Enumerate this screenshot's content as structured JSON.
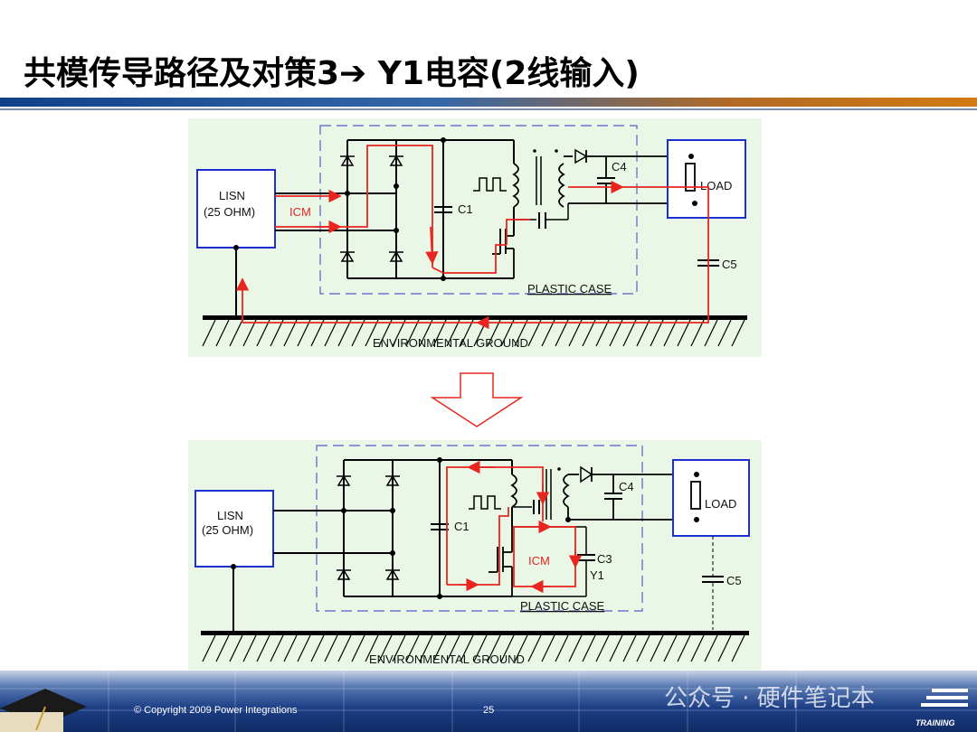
{
  "title": "共模传导路径及对策3➔ Y1电容(2线输入)",
  "colors": {
    "wire": "#000000",
    "icm_path": "#e8261f",
    "box": "#1b2fd0",
    "case": "#5560c8",
    "panel": "#eaf7e6"
  },
  "top_diagram": {
    "lisn_line1": "LISN",
    "lisn_line2": "(25 OHM)",
    "icm_label": "ICM",
    "c1_label": "C1",
    "c4_label": "C4",
    "c5_label": "C5",
    "load_label": "LOAD",
    "case_label": "PLASTIC CASE",
    "ground_label": "ENVIRONMENTAL GROUND"
  },
  "arrow_icon": "down-arrow-icon",
  "bottom_diagram": {
    "lisn_line1": "LISN",
    "lisn_line2": "(25 OHM)",
    "icm_label": "ICM",
    "c1_label": "C1",
    "c3_label": "C3",
    "y1_label": "Y1",
    "c4_label": "C4",
    "c5_label": "C5",
    "load_label": "LOAD",
    "case_label": "PLASTIC CASE",
    "ground_label": "ENVIRONMENTAL GROUND"
  },
  "footer": {
    "copyright": "© Copyright 2009 Power Integrations",
    "page_number": "25",
    "watermark": "公众号 · 硬件笔记本",
    "training": "TRAINING"
  }
}
